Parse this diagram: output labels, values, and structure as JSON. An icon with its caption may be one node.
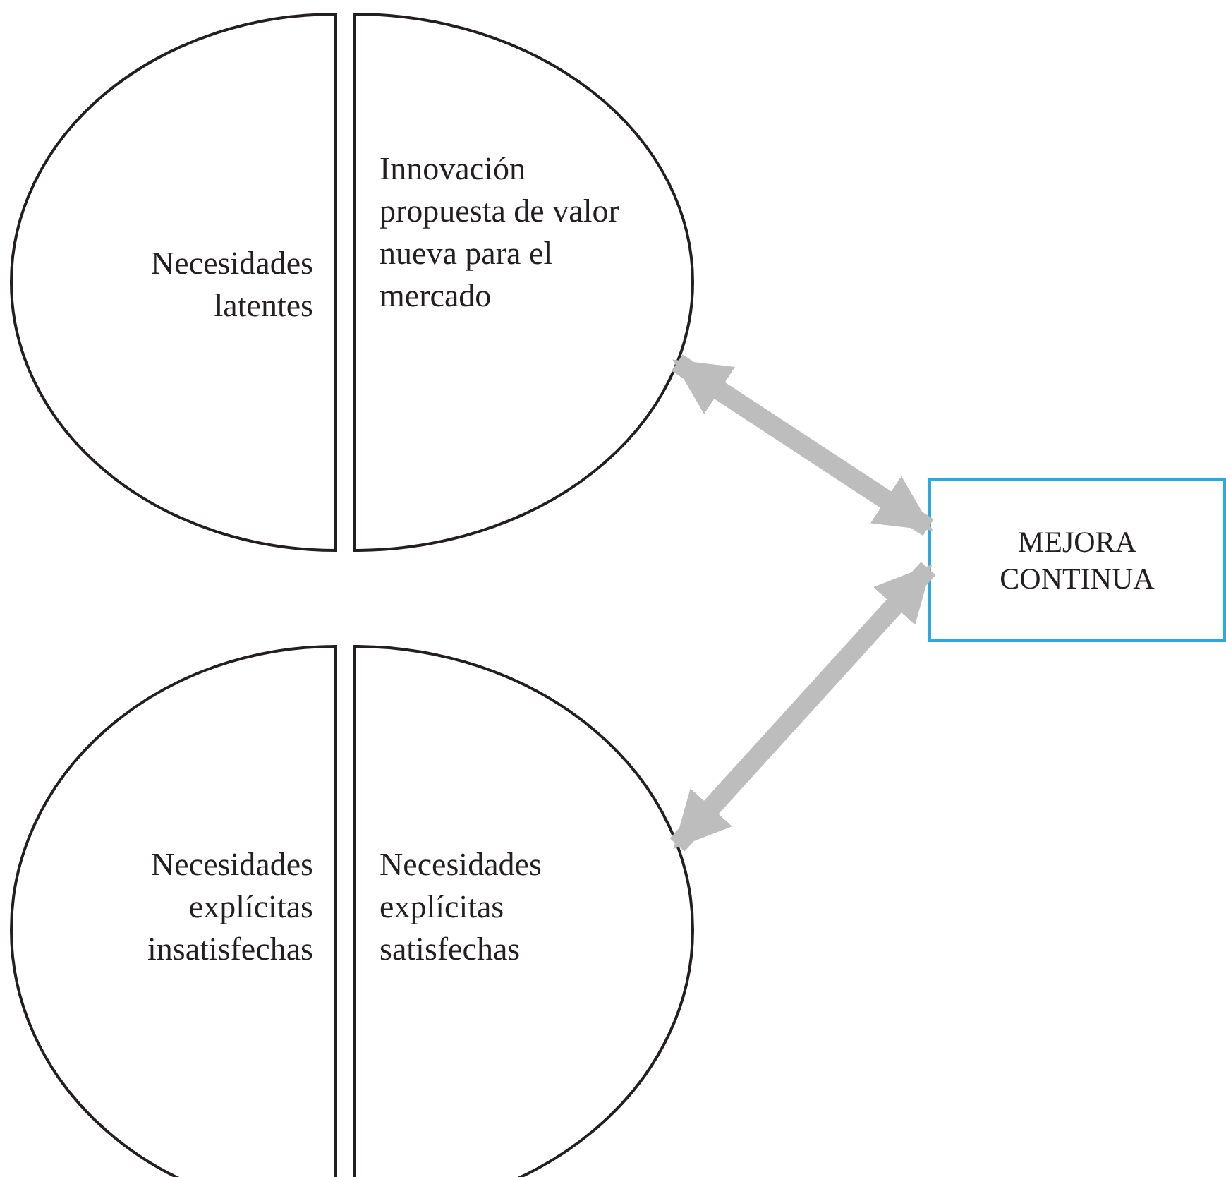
{
  "diagram": {
    "nodes": [
      {
        "text": [
          "Necesidades latentes"
        ]
      },
      {
        "text": [
          "Innovación propuesta de valor nueva para el mercado"
        ]
      },
      {
        "text": [
          "Necesidades explícitas insatisfechas"
        ]
      },
      {
        "text": [
          "Necesidades explícitas satisfechas"
        ]
      },
      {
        "text": [
          "MEJORA CONTINUA"
        ]
      }
    ],
    "edges": [
      {
        "from": 4,
        "to": 1,
        "arrow": "both"
      },
      {
        "from": 4,
        "to": 3,
        "arrow": "both"
      }
    ]
  }
}
